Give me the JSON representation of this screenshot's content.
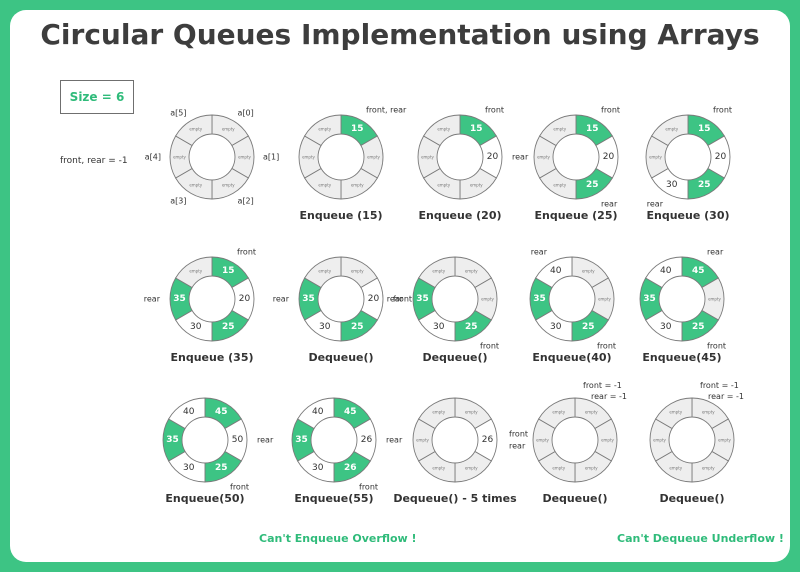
{
  "title": "Circular Queues Implementation using Arrays",
  "size_label": "Size = 6",
  "initial_state": "front, rear = -1",
  "empty_text": "empty",
  "colors": {
    "accent": "#3dc484",
    "empty": "#eeeeee",
    "outline": "#7a7a7a"
  },
  "footer": {
    "overflow": "Can't Enqueue Overflow !",
    "underflow": "Can't Dequeue Underflow !"
  },
  "index_ring": {
    "labels": [
      "a[0]",
      "a[1]",
      "a[2]",
      "a[3]",
      "a[4]",
      "a[5]"
    ]
  },
  "states": [
    {
      "caption": "Enqueue (15)",
      "slots": [
        "15",
        "",
        "",
        "",
        "",
        ""
      ],
      "filled": [
        0
      ],
      "front": 0,
      "rear": 0,
      "front_text": "front, rear",
      "rear_text": ""
    },
    {
      "caption": "Enqueue (20)",
      "slots": [
        "15",
        "20",
        "",
        "",
        "",
        ""
      ],
      "filled": [
        0
      ],
      "front": 0,
      "rear": 1,
      "front_text": "front",
      "rear_text": "rear"
    },
    {
      "caption": "Enqueue (25)",
      "slots": [
        "15",
        "20",
        "25",
        "",
        "",
        ""
      ],
      "filled": [
        0,
        2
      ],
      "front": 0,
      "rear": 2,
      "front_text": "front",
      "rear_text": "rear"
    },
    {
      "caption": "Enqueue (30)",
      "slots": [
        "15",
        "20",
        "25",
        "30",
        "",
        ""
      ],
      "filled": [
        0,
        2
      ],
      "front": 0,
      "rear": 3,
      "front_text": "front",
      "rear_text": "rear"
    },
    {
      "caption": "Enqueue (35)",
      "slots": [
        "15",
        "20",
        "25",
        "30",
        "35",
        ""
      ],
      "filled": [
        0,
        2,
        4
      ],
      "front": 0,
      "rear": 4,
      "front_text": "front",
      "rear_text": "rear"
    },
    {
      "caption": "Dequeue()",
      "slots": [
        "",
        "20",
        "25",
        "30",
        "35",
        ""
      ],
      "filled": [
        2,
        4
      ],
      "front": 1,
      "rear": 4,
      "front_text": "front",
      "rear_text": "rear"
    },
    {
      "caption": "Dequeue()",
      "slots": [
        "",
        "",
        "25",
        "30",
        "35",
        ""
      ],
      "filled": [
        2,
        4
      ],
      "front": 2,
      "rear": 4,
      "front_text": "front",
      "rear_text": "rear"
    },
    {
      "caption": "Enqueue(40)",
      "slots": [
        "",
        "",
        "25",
        "30",
        "35",
        "40"
      ],
      "filled": [
        2,
        4
      ],
      "front": 2,
      "rear": 5,
      "front_text": "front",
      "rear_text": "rear"
    },
    {
      "caption": "Enqueue(45)",
      "slots": [
        "45",
        "",
        "25",
        "30",
        "35",
        "40"
      ],
      "filled": [
        0,
        2,
        4
      ],
      "front": 2,
      "rear": 0,
      "front_text": "front",
      "rear_text": "rear"
    },
    {
      "caption": "Enqueue(50)",
      "slots": [
        "45",
        "50",
        "25",
        "30",
        "35",
        "40"
      ],
      "filled": [
        0,
        2,
        4
      ],
      "front": 2,
      "rear": 1,
      "front_text": "front",
      "rear_text": "rear"
    },
    {
      "caption": "Enqueue(55)",
      "slots": [
        "45",
        "26",
        "26",
        "30",
        "35",
        "40"
      ],
      "filled": [
        0,
        2,
        4
      ],
      "front": 2,
      "rear": 1,
      "front_text": "front",
      "rear_text": "rear"
    },
    {
      "caption": "Dequeue() - 5 times",
      "slots": [
        "",
        "26",
        "",
        "",
        "",
        ""
      ],
      "filled": [],
      "front": 1,
      "rear": 1,
      "front_text": "front",
      "rear_text": "rear"
    },
    {
      "caption": "Dequeue()",
      "slots": [
        "",
        "",
        "",
        "",
        "",
        ""
      ],
      "filled": [],
      "front": -1,
      "rear": -1,
      "front_text": "front = -1",
      "rear_text": "rear = -1"
    },
    {
      "caption": "Dequeue()",
      "slots": [
        "",
        "",
        "",
        "",
        "",
        ""
      ],
      "filled": [],
      "front": -1,
      "rear": -1,
      "front_text": "front = -1",
      "rear_text": "rear = -1"
    }
  ]
}
